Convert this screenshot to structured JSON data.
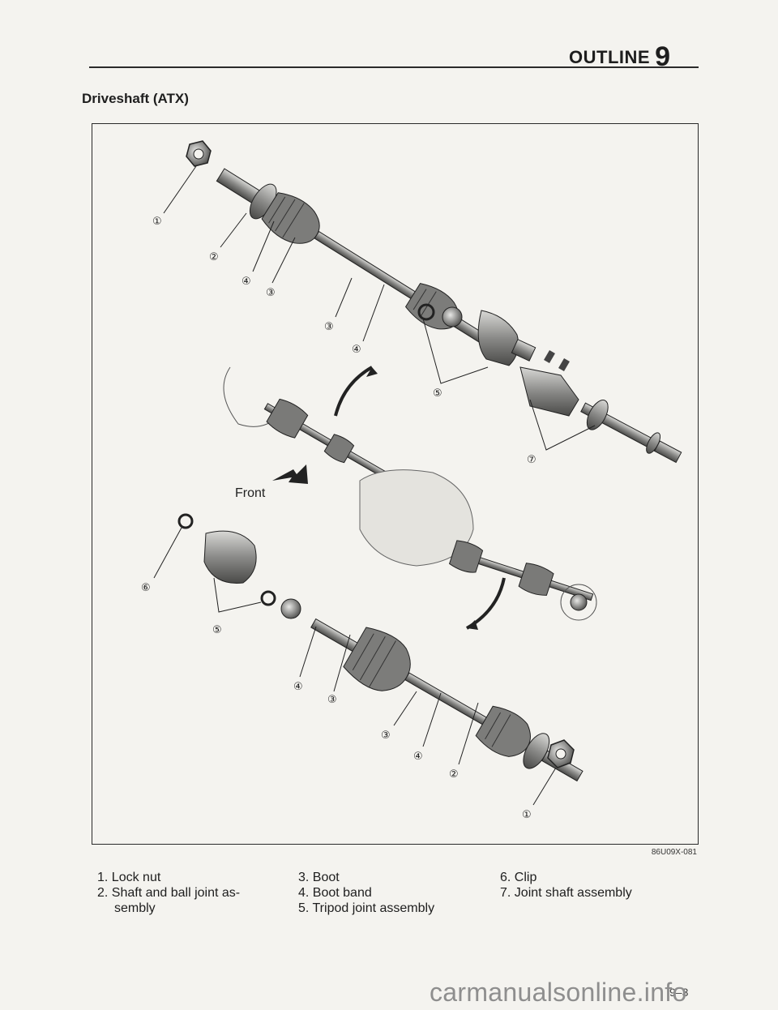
{
  "header": {
    "title": "OUTLINE",
    "chapter": "9"
  },
  "section": {
    "title": "Driveshaft (ATX)"
  },
  "figure": {
    "code": "86U09X-081",
    "front_label": "Front",
    "callouts": [
      "①",
      "②",
      "③",
      "④",
      "⑤",
      "⑥",
      "⑦"
    ]
  },
  "legend": {
    "items": [
      {
        "number": "1.",
        "text": "Lock nut"
      },
      {
        "number": "2.",
        "text": "Shaft and ball joint as-",
        "continuation": "sembly"
      },
      {
        "number": "3.",
        "text": "Boot"
      },
      {
        "number": "4.",
        "text": "Boot band"
      },
      {
        "number": "5.",
        "text": "Tripod joint assembly"
      },
      {
        "number": "6.",
        "text": "Clip"
      },
      {
        "number": "7.",
        "text": "Joint shaft assembly"
      }
    ]
  },
  "watermark": "carmanualsonline.info",
  "page_number": "9–3"
}
